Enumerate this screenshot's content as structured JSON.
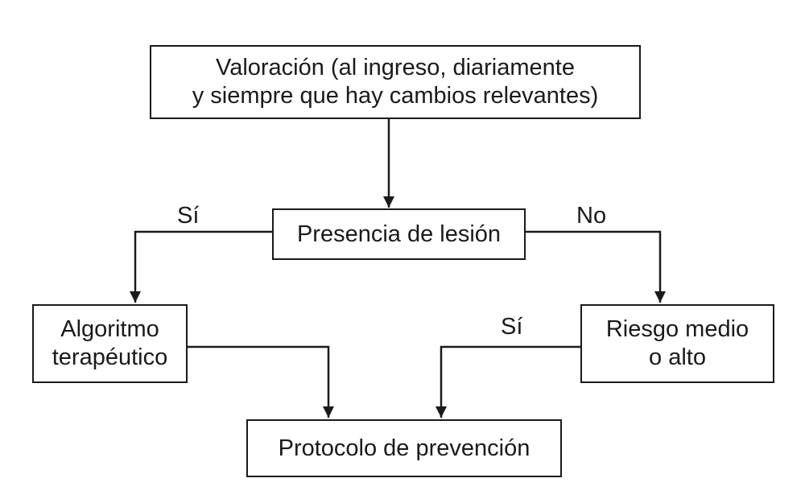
{
  "nodes": {
    "assessment": {
      "line1": "Valoración (al ingreso, diariamente",
      "line2": "y siempre que hay cambios relevantes)"
    },
    "lesion": {
      "label": "Presencia de lesión"
    },
    "algorithm": {
      "line1": "Algoritmo",
      "line2": "terapéutico"
    },
    "risk": {
      "line1": "Riesgo medio",
      "line2": "o alto"
    },
    "prevention": {
      "label": "Protocolo de prevención"
    }
  },
  "edge_labels": {
    "lesion_yes": "Sí",
    "lesion_no": "No",
    "risk_yes": "Sí"
  },
  "colors": {
    "stroke": "#1a1a1a",
    "background": "#ffffff"
  }
}
